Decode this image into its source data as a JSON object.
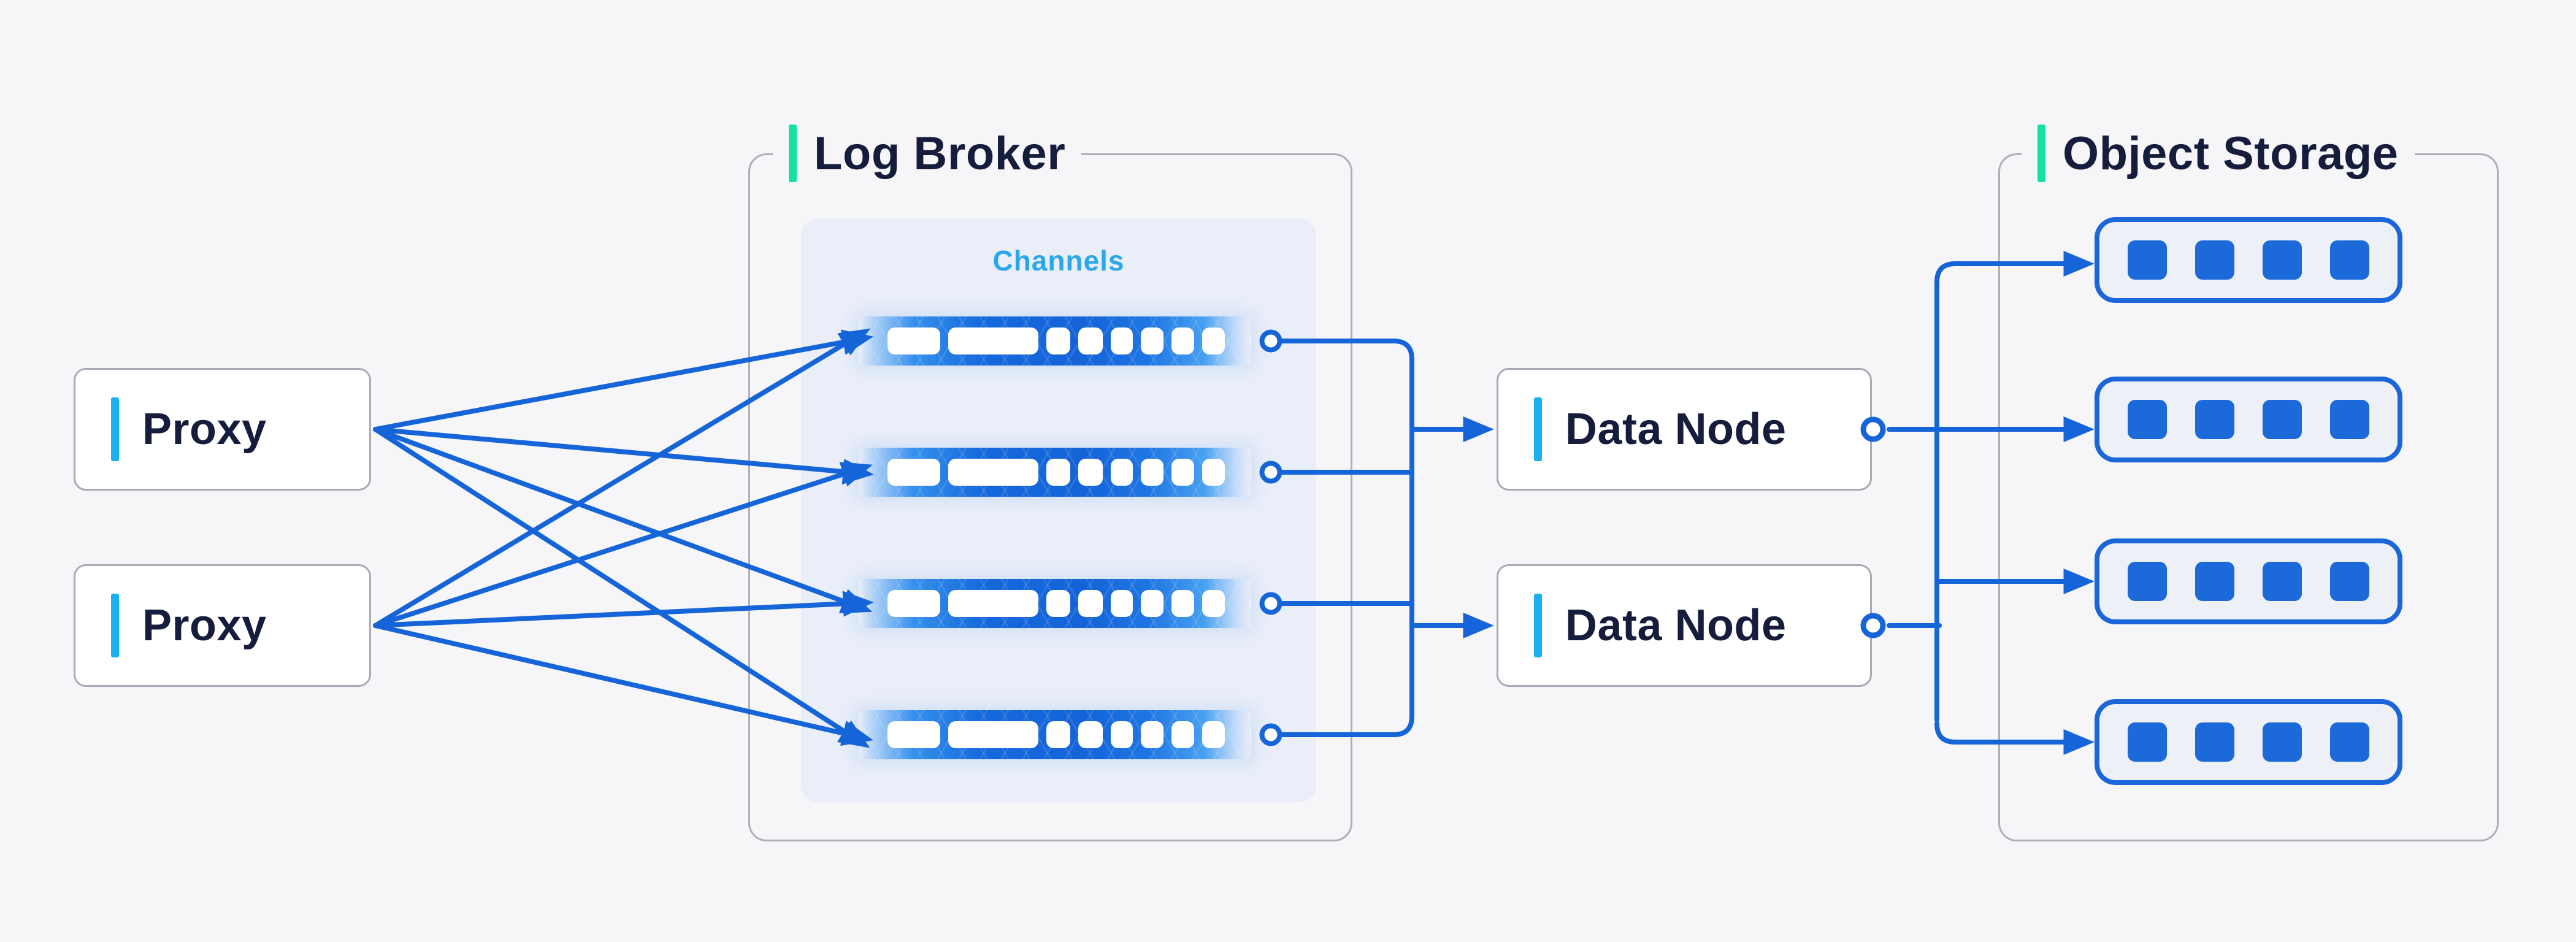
{
  "diagram": {
    "groups": {
      "log_broker": {
        "title": "Log Broker",
        "panel_label": "Channels",
        "channels": {
          "count": 4,
          "segment_widths": [
            86,
            147,
            39,
            40,
            36,
            37,
            37,
            37
          ]
        }
      },
      "object_storage": {
        "title": "Object Storage",
        "trays": {
          "count": 4,
          "blocks_per_tray": 4
        }
      }
    },
    "nodes": {
      "proxies": [
        {
          "label": "Proxy"
        },
        {
          "label": "Proxy"
        }
      ],
      "data_nodes": [
        {
          "label": "Data Node"
        },
        {
          "label": "Data Node"
        }
      ]
    },
    "palette": {
      "background": "#F6F6F8",
      "connector_blue": "#1565D8",
      "node_accent_cyan": "#1AB0F1",
      "title_accent_green": "#14E0A2",
      "text_navy": "#161D3C",
      "channels_label_blue": "#2BA7EA",
      "container_border_gray": "#AFADBA",
      "node_border_gray": "#ABA9B6",
      "panel_bg": "#E9EEF8",
      "tray_bg": "#EDF1F7",
      "tray_border_blue": "#1B66D9",
      "block_blue": "#1C6AD9"
    }
  }
}
